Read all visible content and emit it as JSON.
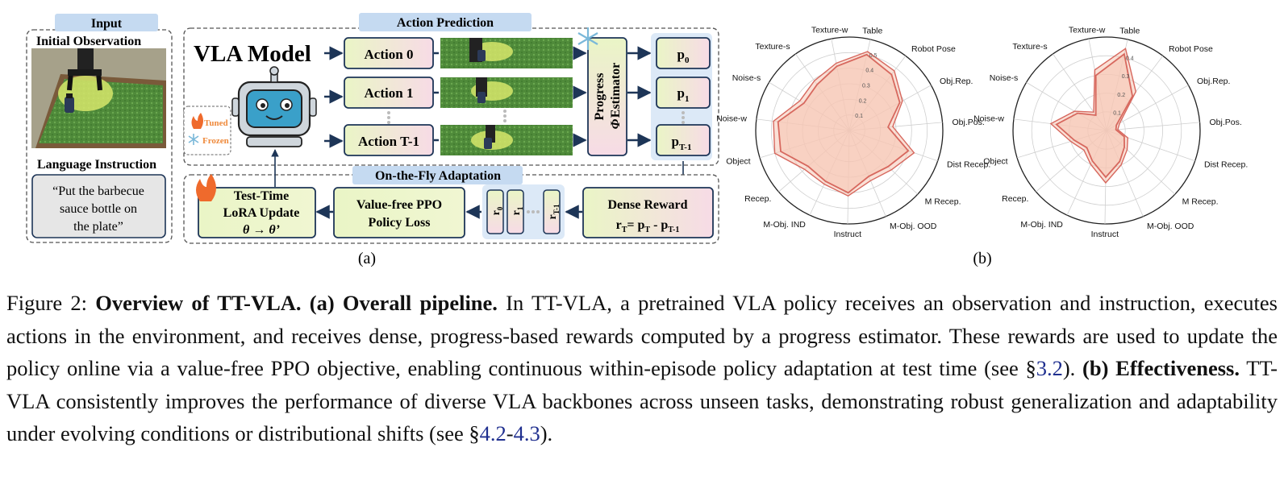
{
  "panel_a": {
    "input_box": {
      "header": "Input",
      "initial_observation": "Initial Observation",
      "language_instruction": "Language Instruction",
      "instruction_text": [
        "“Put the barbecue",
        "sauce bottle on",
        "the plate”"
      ]
    },
    "vla_model_label": "VLA Model",
    "action_prediction_header": "Action Prediction",
    "actions": [
      "Action 0",
      "Action 1",
      "Action T-1"
    ],
    "legend": {
      "tuned": "Tuned",
      "frozen": "Frozen"
    },
    "progress_estimator": {
      "line1": "Progress",
      "line2": "Estimator",
      "symbol": "Φ"
    },
    "progress_values": [
      {
        "base": "p",
        "sub": "0"
      },
      {
        "base": "p",
        "sub": "1"
      },
      {
        "base": "p",
        "sub": "T-1"
      }
    ],
    "adaptation_header": "On-the-Fly Adaptation",
    "dense_reward": {
      "title": "Dense Reward",
      "formula_lhs": "r",
      "formula_lhs_sub": "T",
      "formula_rhs": "= p",
      "rhs_sub1": "T",
      "minus": " - p",
      "rhs_sub2": "T-1"
    },
    "reward_chips": [
      {
        "base": "r",
        "sub": "0"
      },
      {
        "base": "r",
        "sub": "1"
      },
      {
        "base": "r",
        "sub": "T-1"
      }
    ],
    "ppo_box": {
      "line1": "Value-free PPO",
      "line2": "Policy Loss"
    },
    "lora_box": {
      "line1": "Test-Time",
      "line2": "LoRA Update",
      "line3": "θ → θ’"
    },
    "sublabel": "(a)"
  },
  "panel_b": {
    "sublabel": "(b)",
    "charts": [
      {
        "type": "radar",
        "axes": [
          "Table",
          "Robot Pose",
          "Obj.Rep.",
          "Obj.Pos.",
          "Dist Recep.",
          "M Recep.",
          "M-Obj. OOD",
          "Instruct",
          "M-Obj. IND",
          "Recep.",
          "Object",
          "Noise-w",
          "Noise-s",
          "Texture-s",
          "Texture-w"
        ],
        "rlim": [
          0,
          0.6
        ],
        "ticks": [
          "0.1",
          "0.2",
          "0.3",
          "0.4",
          "0.5"
        ],
        "series": [
          {
            "values": [
              0.52,
              0.48,
              0.39,
              0.28,
              0.44,
              0.37,
              0.35,
              0.42,
              0.38,
              0.38,
              0.5,
              0.49,
              0.37,
              0.39,
              0.44
            ]
          },
          {
            "values": [
              0.5,
              0.45,
              0.37,
              0.25,
              0.4,
              0.34,
              0.32,
              0.4,
              0.36,
              0.35,
              0.46,
              0.46,
              0.34,
              0.36,
              0.42
            ]
          }
        ]
      },
      {
        "type": "radar",
        "axes": [
          "Table",
          "Robot Pose",
          "Obj.Rep.",
          "Obj.Pos.",
          "Dist Recep.",
          "M Recep.",
          "M-Obj. OOD",
          "Instruct",
          "M-Obj. IND",
          "Recep.",
          "Object",
          "Noise-w",
          "Noise-s",
          "Texture-s",
          "Texture-w"
        ],
        "rlim": [
          0,
          0.5
        ],
        "ticks": [
          "0.1",
          "0.2",
          "0.3",
          "0.4"
        ],
        "series": [
          {
            "values": [
              0.45,
              0.26,
              0.08,
              0.06,
              0.12,
              0.15,
              0.2,
              0.28,
              0.2,
              0.16,
              0.2,
              0.3,
              0.2,
              0.12,
              0.33
            ]
          },
          {
            "values": [
              0.42,
              0.23,
              0.06,
              0.05,
              0.1,
              0.13,
              0.18,
              0.25,
              0.18,
              0.14,
              0.18,
              0.27,
              0.18,
              0.1,
              0.3
            ]
          }
        ]
      }
    ]
  },
  "caption": {
    "figure_label": "Figure 2:",
    "bold_title": "Overview of TT-VLA. (a) Overall pipeline.",
    "text1": " In TT-VLA, a pretrained VLA policy receives an observation and instruction, executes actions in the environment, and receives dense, progress-based rewards computed by a progress estimator. These rewards are used to update the policy online via a value-free PPO objective, enabling continuous within-episode policy adaptation at test time (see §",
    "ref1": "3.2",
    "text2": "). ",
    "bold_b": "(b) Effectiveness.",
    "text3": " TT-VLA consistently improves the performance of diverse VLA backbones across unseen tasks, demonstrating robust generalization and adaptability under evolving conditions or distributional shifts (see §",
    "ref2a": "4.2",
    "dash": "-",
    "ref2b": "4.3",
    "text4": ")."
  },
  "colors": {
    "panel_bg_blue": "#dce9f7",
    "header_blue": "#c5daf1",
    "box_gradient_green": "#eaf5c6",
    "box_gradient_pink": "#f7dbe6",
    "radar_fill": "#f6c7b4",
    "radar_line": "#d7685e",
    "tuned": "#ef8a3c",
    "frozen": "#7ab8d9",
    "ref_link": "#1f2f8f"
  }
}
